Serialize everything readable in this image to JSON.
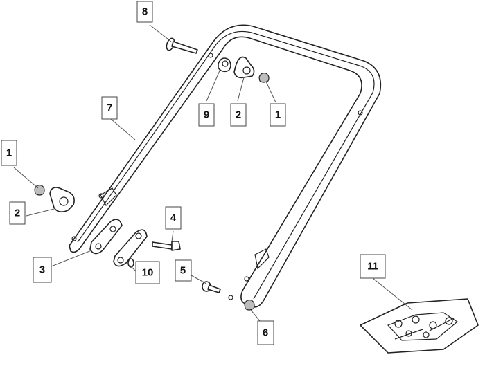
{
  "callouts": [
    {
      "id": "c8",
      "label": "8"
    },
    {
      "id": "c9",
      "label": "9"
    },
    {
      "id": "c2a",
      "label": "2"
    },
    {
      "id": "c1a",
      "label": "1"
    },
    {
      "id": "c7",
      "label": "7"
    },
    {
      "id": "c1b",
      "label": "1"
    },
    {
      "id": "c2b",
      "label": "2"
    },
    {
      "id": "c4",
      "label": "4"
    },
    {
      "id": "c3",
      "label": "3"
    },
    {
      "id": "c10",
      "label": "10"
    },
    {
      "id": "c5",
      "label": "5"
    },
    {
      "id": "c11",
      "label": "11"
    },
    {
      "id": "c6",
      "label": "6"
    }
  ]
}
